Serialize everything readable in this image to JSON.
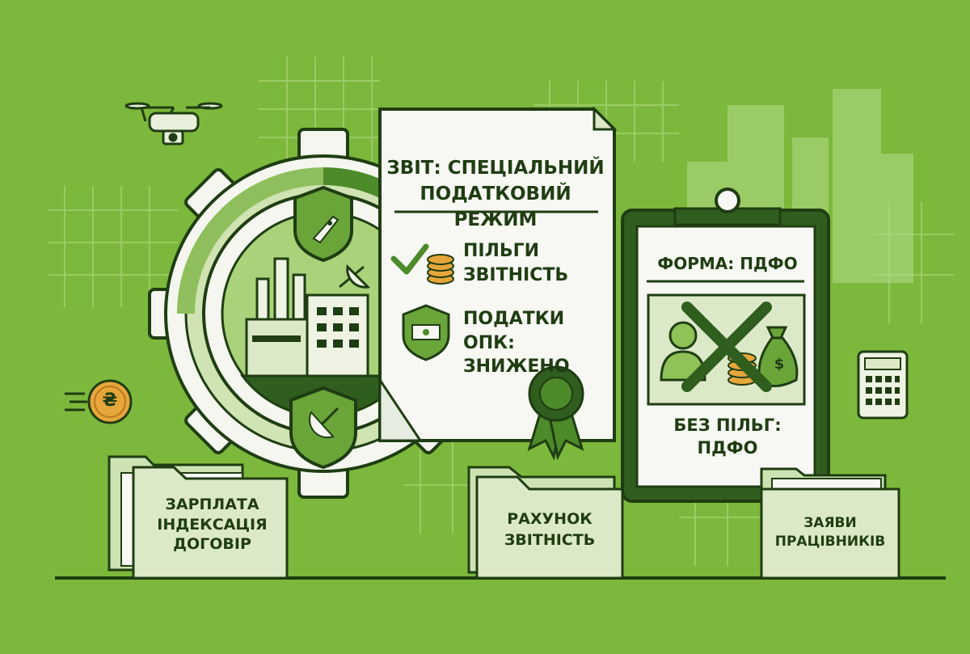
{
  "report": {
    "title_line1": "ЗВІТ: СПЕЦІАЛЬНИЙ",
    "title_line2": "ПОДАТКОВИЙ РЕЖИМ",
    "item1_line1": "ПІЛЬГИ",
    "item1_line2": "ЗВІТНІСТЬ",
    "item2_line1": "ПОДАТКИ ОПК:",
    "item2_line2": "ЗНИЖЕНО"
  },
  "clipboard": {
    "title": "ФОРМА: ПДФО",
    "footer_line1": "БЕЗ ПІЛЬГ:",
    "footer_line2": "ПДФО"
  },
  "folders": [
    {
      "line1": "ЗАРПЛАТА",
      "line2": "ІНДЕКСАЦІЯ",
      "line3": "ДОГОВІР"
    },
    {
      "line1": "РАХУНОК",
      "line2": "ЗВІТНІСТЬ"
    },
    {
      "line1": "ЗАЯВИ",
      "line2": "ПРАЦІВНИКІВ"
    }
  ],
  "coin": {
    "symbol": "₴"
  },
  "moneybag": {
    "symbol": "$"
  },
  "colors": {
    "background": "#7cb83b",
    "dark_green": "#2f5e1e",
    "outline": "#1f3d12",
    "paper": "#f7f8f3",
    "pale_green": "#dce9c8",
    "coin": "#e6a63a"
  }
}
